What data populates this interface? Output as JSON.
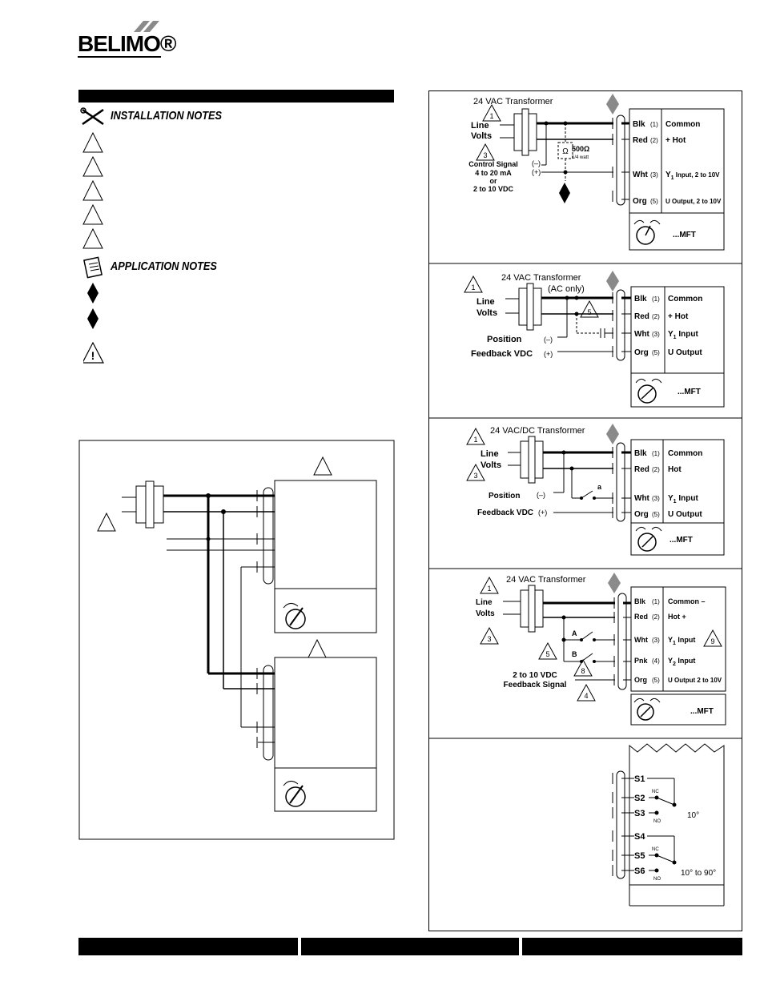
{
  "brand": {
    "logo_text": "BELIMO®"
  },
  "notes": {
    "installation_title": "INSTALLATION NOTES",
    "application_title": "APPLICATION NOTES"
  },
  "panel1": {
    "transformer": "24 VAC Transformer",
    "line": "Line",
    "volts": "Volts",
    "control1": "Control Signal",
    "control2": "4 to 20 mA",
    "control3": "or",
    "control4": "2 to 10 VDC",
    "minus": "(–)",
    "plus": "(+)",
    "resistor_symbol": "Ω",
    "resistor_value": "500Ω",
    "resistor_watt": "1/4 watt",
    "note1": "1",
    "note3": "3",
    "wires": [
      {
        "color": "Blk",
        "num": "(1)",
        "func": "Common"
      },
      {
        "color": "Red",
        "num": "(2)",
        "func": "+ Hot"
      },
      {
        "color": "Wht",
        "num": "(3)",
        "func": "Y",
        "sub": "1",
        "tail": " Input, 2 to 10V"
      },
      {
        "color": "Org",
        "num": "(5)",
        "func": "U Output, 2 to 10V"
      }
    ],
    "mft": "...MFT"
  },
  "panel2": {
    "transformer": "24 VAC Transformer",
    "ac_only": "(AC only)",
    "line": "Line",
    "volts": "Volts",
    "position": "Position",
    "feedback": "Feedback VDC",
    "minus": "(–)",
    "plus": "(+)",
    "note1": "1",
    "note5": "5",
    "wires": [
      {
        "color": "Blk",
        "num": "(1)",
        "func": "Common"
      },
      {
        "color": "Red",
        "num": "(2)",
        "func": "+ Hot"
      },
      {
        "color": "Wht",
        "num": "(3)",
        "func": "Y",
        "sub": "1",
        "tail": " Input"
      },
      {
        "color": "Org",
        "num": "(5)",
        "func": "U Output"
      }
    ],
    "mft": "...MFT"
  },
  "panel3": {
    "transformer": "24 VAC/DC Transformer",
    "line": "Line",
    "volts": "Volts",
    "position": "Position",
    "feedback": "Feedback VDC",
    "minus": "(–)",
    "plus": "(+)",
    "switch_a": "a",
    "note1": "1",
    "note3": "3",
    "wires": [
      {
        "color": "Blk",
        "num": "(1)",
        "func": "Common"
      },
      {
        "color": "Red",
        "num": "(2)",
        "func": "Hot"
      },
      {
        "color": "Wht",
        "num": "(3)",
        "func": "Y",
        "sub": "1",
        "tail": "  Input"
      },
      {
        "color": "Org",
        "num": "(5)",
        "func": "U Output"
      }
    ],
    "mft": "...MFT"
  },
  "panel4": {
    "transformer": "24 VAC Transformer",
    "line": "Line",
    "volts": "Volts",
    "switch_a": "A",
    "switch_b": "B",
    "feedback1": "2 to 10 VDC",
    "feedback2": "Feedback Signal",
    "note1": "1",
    "note3": "3",
    "note4": "4",
    "note5": "5",
    "note8": "8",
    "note9": "9",
    "wires": [
      {
        "color": "Blk",
        "num": "(1)",
        "func": "Common –"
      },
      {
        "color": "Red",
        "num": "(2)",
        "func": "Hot +"
      },
      {
        "color": "Wht",
        "num": "(3)",
        "func": "Y",
        "sub": "1",
        "tail": " Input"
      },
      {
        "color": "Pnk",
        "num": "(4)",
        "func": "Y",
        "sub": "2",
        "tail": " Input"
      },
      {
        "color": "Org",
        "num": "(5)",
        "func": "U Output 2 to 10V"
      }
    ],
    "mft": "...MFT"
  },
  "panel5": {
    "terminals": [
      "S1",
      "S2",
      "S3",
      "S4",
      "S5",
      "S6"
    ],
    "nc": "NC",
    "no": "NO",
    "angle1": "10°",
    "angle2": "10° to 90°"
  }
}
